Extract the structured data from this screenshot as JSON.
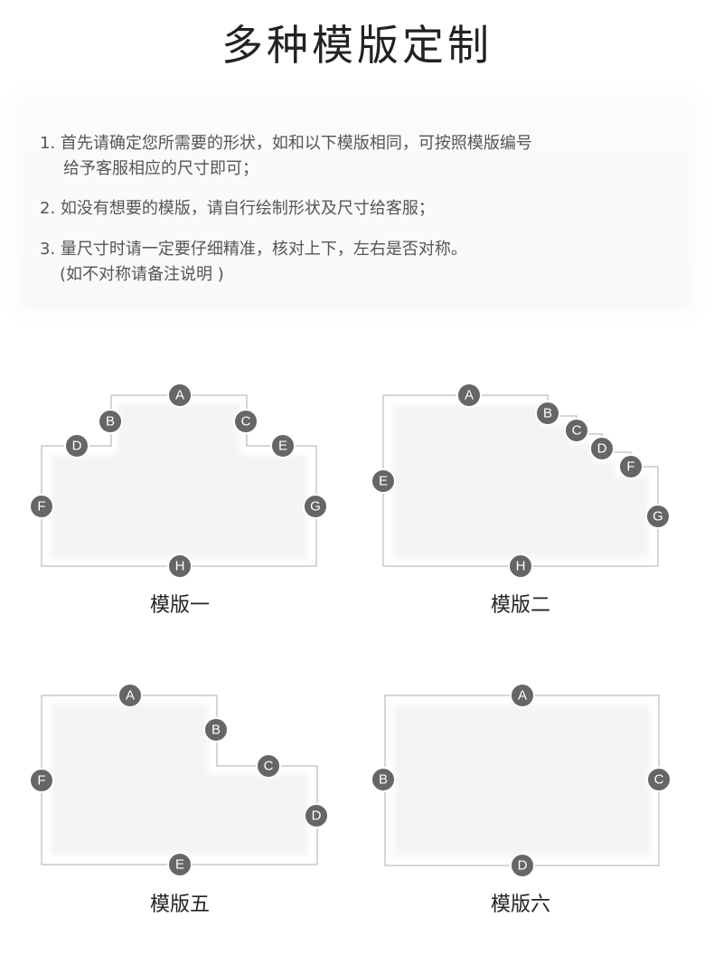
{
  "title": "多种模版定制",
  "instructions": [
    {
      "line1": "1. 首先请确定您所需要的形状，如和以下模版相同，可按照模版编号",
      "line2": "给予客服相应的尺寸即可；"
    },
    {
      "line1": "2. 如没有想要的模版，请自行绘制形状及尺寸给客服；",
      "line2": ""
    },
    {
      "line1": "3. 量尺寸时请一定要仔细精准，核对上下，左右是否对称。",
      "line2": "(如不对称请备注说明 )"
    }
  ],
  "templates": [
    {
      "caption": "模版一",
      "labels": [
        "A",
        "B",
        "C",
        "D",
        "E",
        "F",
        "G",
        "H"
      ]
    },
    {
      "caption": "模版二",
      "labels": [
        "A",
        "B",
        "C",
        "D",
        "F",
        "E",
        "G",
        "H"
      ]
    },
    {
      "caption": "模版五",
      "labels": [
        "A",
        "B",
        "C",
        "D",
        "F",
        "E"
      ]
    },
    {
      "caption": "模版六",
      "labels": [
        "A",
        "B",
        "C",
        "D"
      ]
    }
  ],
  "colors": {
    "outline": "#c8c8c8",
    "fill": "#f4f4f4",
    "marker": "#666666",
    "marker_text": "#ffffff"
  }
}
